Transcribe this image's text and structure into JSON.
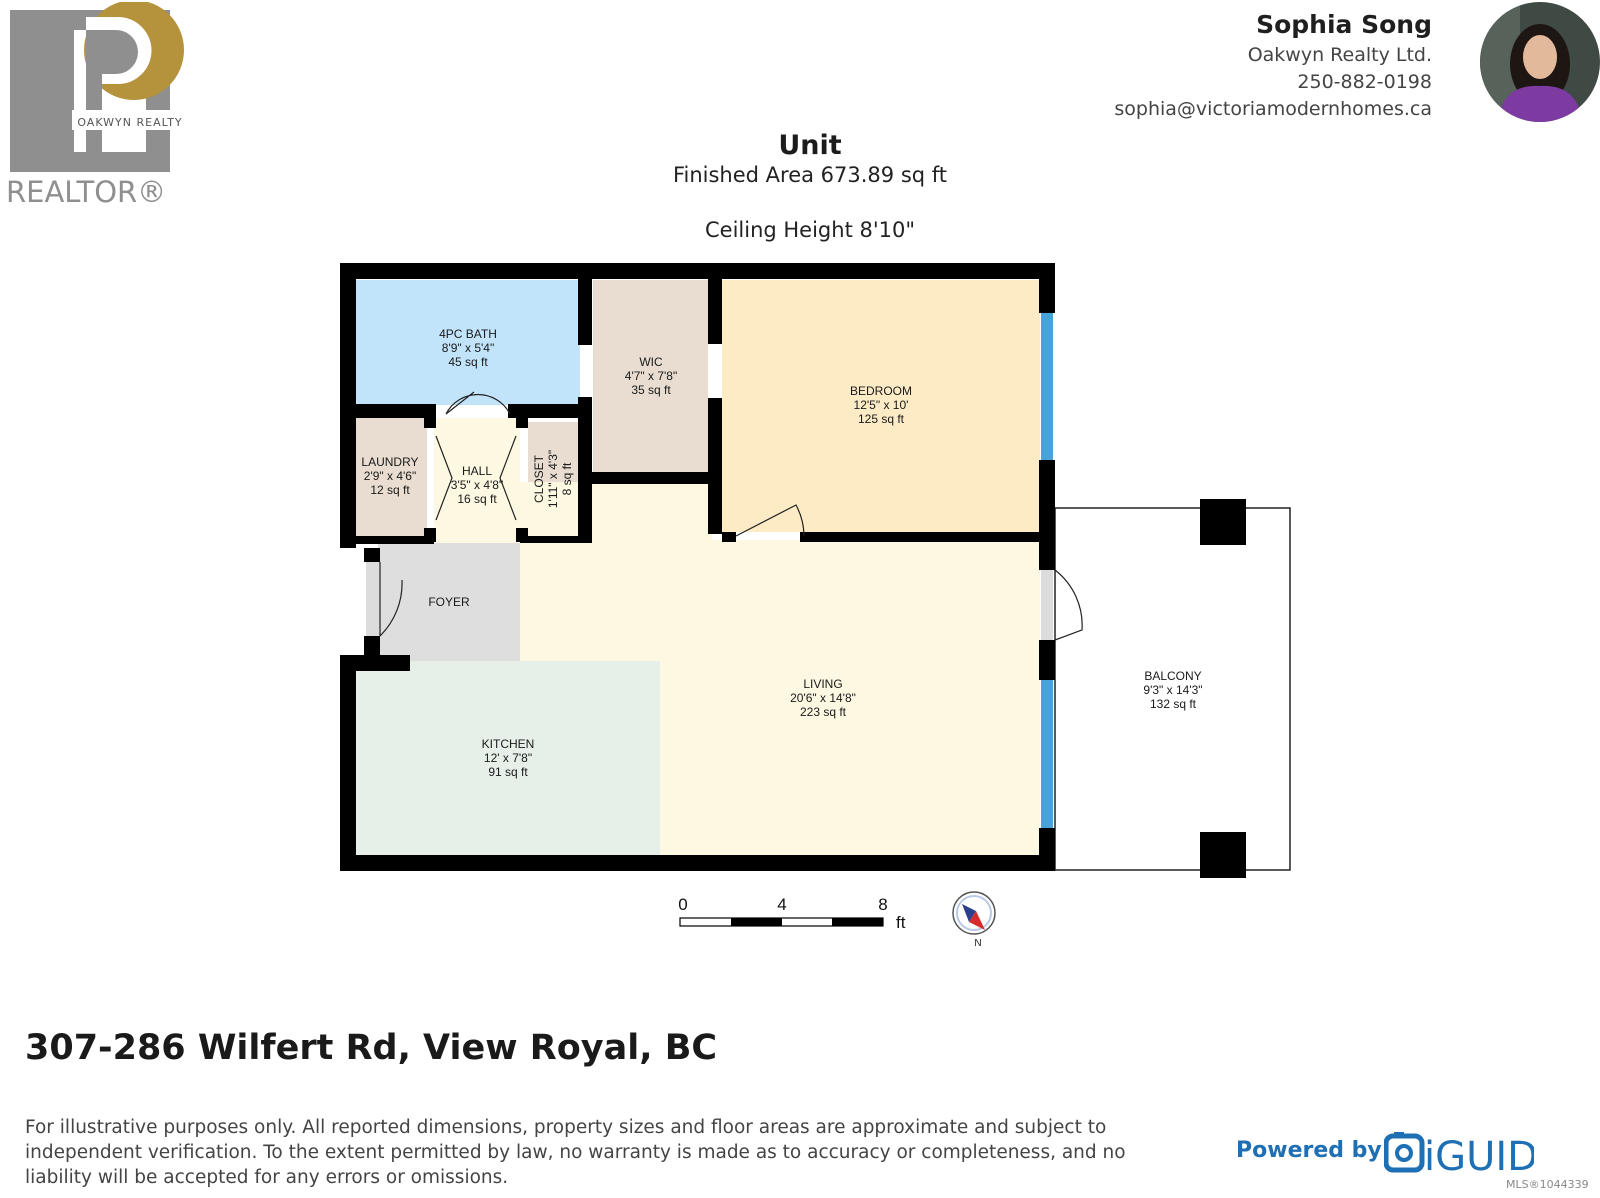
{
  "brand": {
    "logo_text": "OAKWYN REALTY",
    "realtor_text": "REALTOR®",
    "gold": "#b5923c",
    "grey": "#8f8f8f"
  },
  "agent": {
    "name": "Sophia Song",
    "company": "Oakwyn Realty Ltd.",
    "phone": "250-882-0198",
    "email": "sophia@victoriamodernhomes.ca"
  },
  "plan": {
    "title": "Unit",
    "finished_area": "Finished Area 673.89 sq ft",
    "ceiling_height": "Ceiling Height 8'10\"",
    "rooms": [
      {
        "name": "4PC BATH",
        "dims": "8'9\" x 5'4\"",
        "area": "45 sq ft"
      },
      {
        "name": "WIC",
        "dims": "4'7\" x 7'8\"",
        "area": "35 sq ft"
      },
      {
        "name": "BEDROOM",
        "dims": "12'5\" x 10'",
        "area": "125 sq ft"
      },
      {
        "name": "LAUNDRY",
        "dims": "2'9\" x 4'6\"",
        "area": "12 sq ft"
      },
      {
        "name": "HALL",
        "dims": "3'5\" x 4'8\"",
        "area": "16 sq ft"
      },
      {
        "name": "CLOSET",
        "dims": "1'11\" x 4'3\"",
        "area": "8 sq ft"
      },
      {
        "name": "FOYER"
      },
      {
        "name": "LIVING",
        "dims": "20'6\" x 14'8\"",
        "area": "223 sq ft"
      },
      {
        "name": "KITCHEN",
        "dims": "12' x 7'8\"",
        "area": "91 sq ft"
      },
      {
        "name": "BALCONY",
        "dims": "9'3\" x 14'3\"",
        "area": "132 sq ft"
      }
    ],
    "scale": {
      "labels": [
        "0",
        "4",
        "8"
      ],
      "unit": "ft"
    },
    "compass": {
      "label": "N"
    },
    "colors": {
      "bath": "#c2e4fb",
      "closet_rooms": "#e8ddd0",
      "bedroom": "#fdebc5",
      "hall_living": "#fdf8e2",
      "foyer": "#dedede",
      "kitchen": "#e6efe8",
      "window": "#4aa3d8",
      "wall": "#000000"
    }
  },
  "address": "307-286 Wilfert Rd, View Royal, BC",
  "disclaimer": "For illustrative purposes only. All reported dimensions, property sizes and floor areas are approximate and subject to independent verification. To the extent permitted by law, no warranty is made as to accuracy or completeness, and no liability will be accepted for any errors or omissions.",
  "footer": {
    "powered_by": "Powered by",
    "iguide": "iGUIDE",
    "mls": "MLS®1044339"
  }
}
